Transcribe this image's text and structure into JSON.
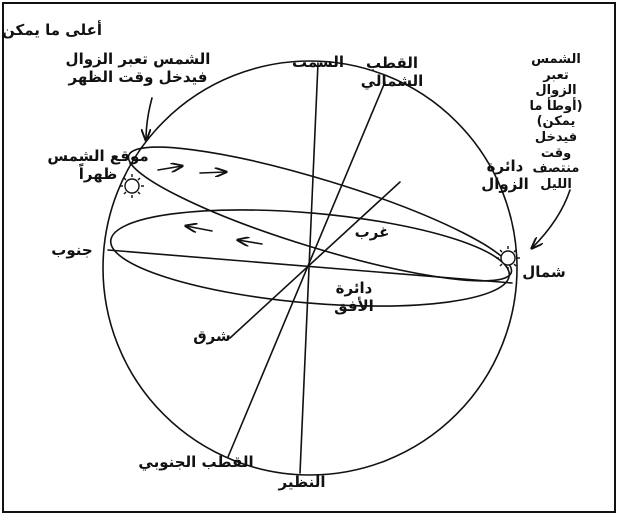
{
  "colors": {
    "ink": "#111111",
    "background": "#ffffff"
  },
  "icons": {
    "sun": "sun-icon",
    "arrows": "arrow-icon"
  },
  "labels": {
    "highest_point": "أعلى ما يمكن",
    "sun_noon_note": "الشمس تعبر الزوال\nفيدخل وقت الظهر",
    "zenith": "السمت",
    "north_pole": "القطب\nالشمالي",
    "sun_midnight_note": "الشمس تعبر الزوال\n(أوطأ ما يمكن)\nفيدخل وقت\nمنتصف\nالليل",
    "sun_noon_position": "موقع الشمس\nظهراً",
    "meridian_circle": "دائرة\nالزوال",
    "west": "غرب",
    "south": "جنوب",
    "north": "شمال",
    "horizon_circle": "دائرة\nالأفق",
    "east": "شرق",
    "south_pole": "القطب الجنوبي",
    "nadir": "النظير"
  }
}
